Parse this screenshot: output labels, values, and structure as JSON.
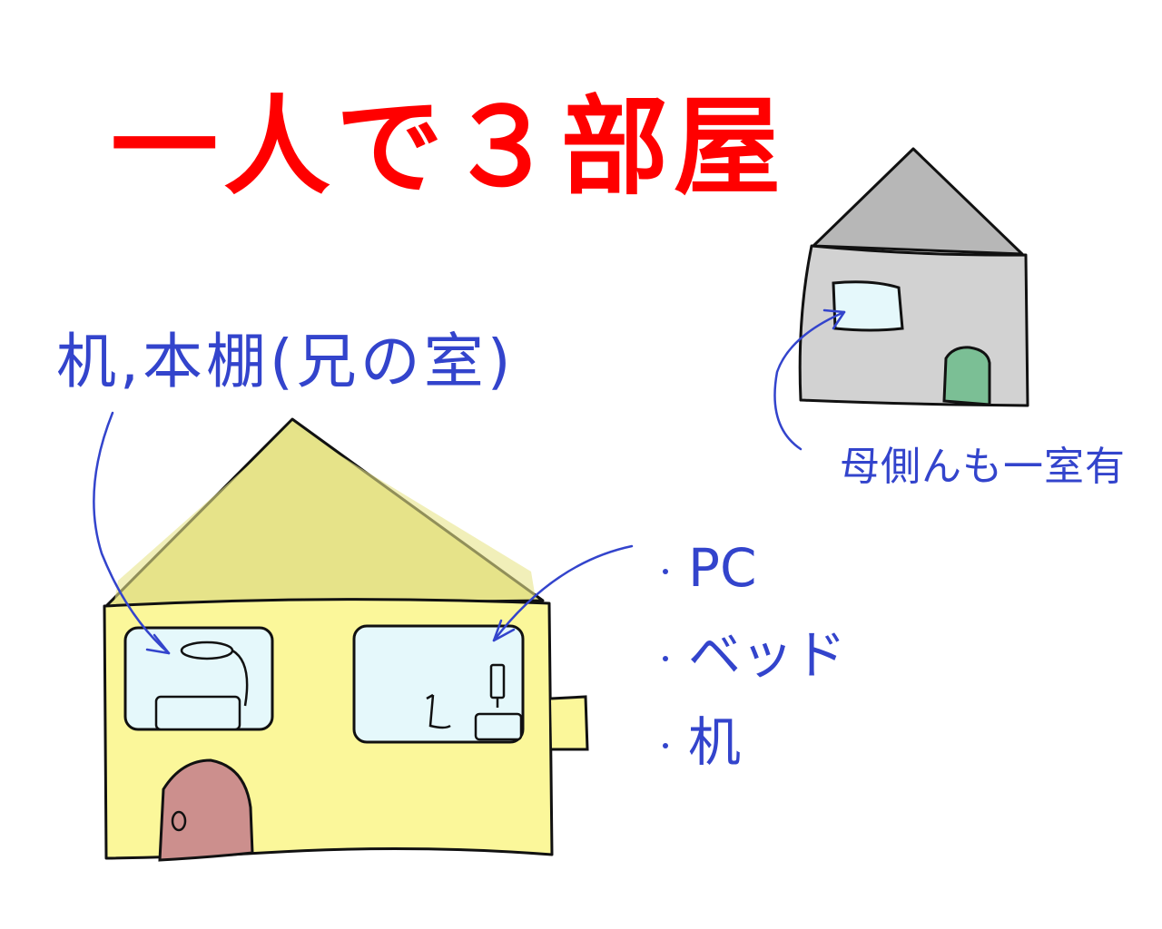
{
  "title": "一人で３部屋",
  "notes": {
    "left_room": "机,本棚(兄の室)",
    "side_house": "母側んも一室有"
  },
  "right_room_items": [
    "PC",
    "ベッド",
    "机"
  ],
  "colors": {
    "title": "#ff0000",
    "handwriting": "#3344cc",
    "outline": "#111111",
    "main_house_wall": "#fbf79a",
    "main_house_roof": "#e3e288",
    "window_glass": "#e5f8fb",
    "door": "#cc8f8d",
    "side_house_wall": "#d2d2d2",
    "side_house_roof": "#b7b7b7",
    "side_door": "#7bbf95"
  }
}
